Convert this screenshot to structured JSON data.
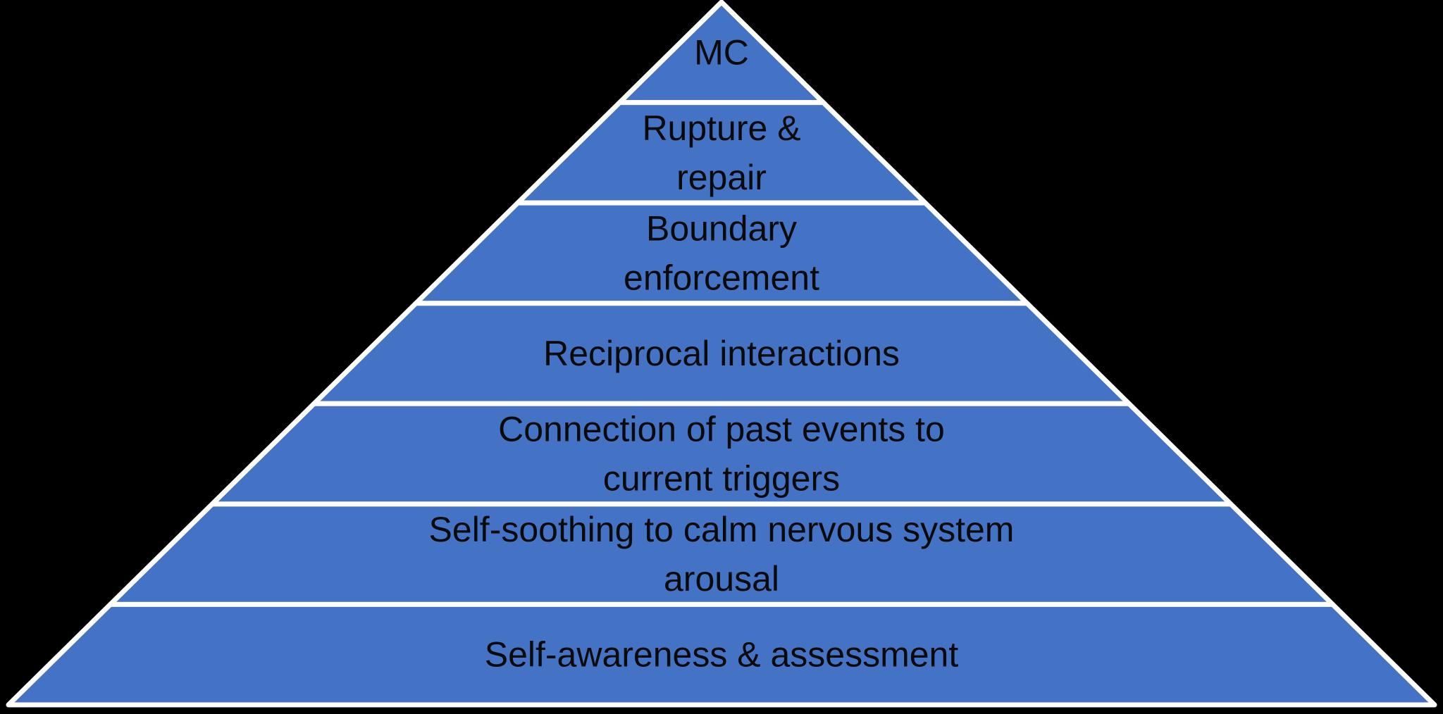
{
  "diagram": {
    "type": "pyramid",
    "background_color": "#000000",
    "pyramid_fill": "#4472C4",
    "divider_color": "#FFFFFF",
    "text_color": "#0a0a0a",
    "levels": [
      {
        "label": "MC",
        "lines": [
          "MC"
        ]
      },
      {
        "label": "Rupture & repair",
        "lines": [
          "Rupture &",
          "repair"
        ]
      },
      {
        "label": "Boundary enforcement",
        "lines": [
          "Boundary",
          "enforcement"
        ]
      },
      {
        "label": "Reciprocal interactions",
        "lines": [
          "Reciprocal interactions"
        ]
      },
      {
        "label": "Connection of past events to current triggers",
        "lines": [
          "Connection of past events to",
          "current triggers"
        ]
      },
      {
        "label": "Self-soothing to calm nervous system arousal",
        "lines": [
          "Self-soothing to calm nervous system",
          "arousal"
        ]
      },
      {
        "label": "Self-awareness & assessment",
        "lines": [
          "Self-awareness & assessment"
        ]
      }
    ]
  }
}
